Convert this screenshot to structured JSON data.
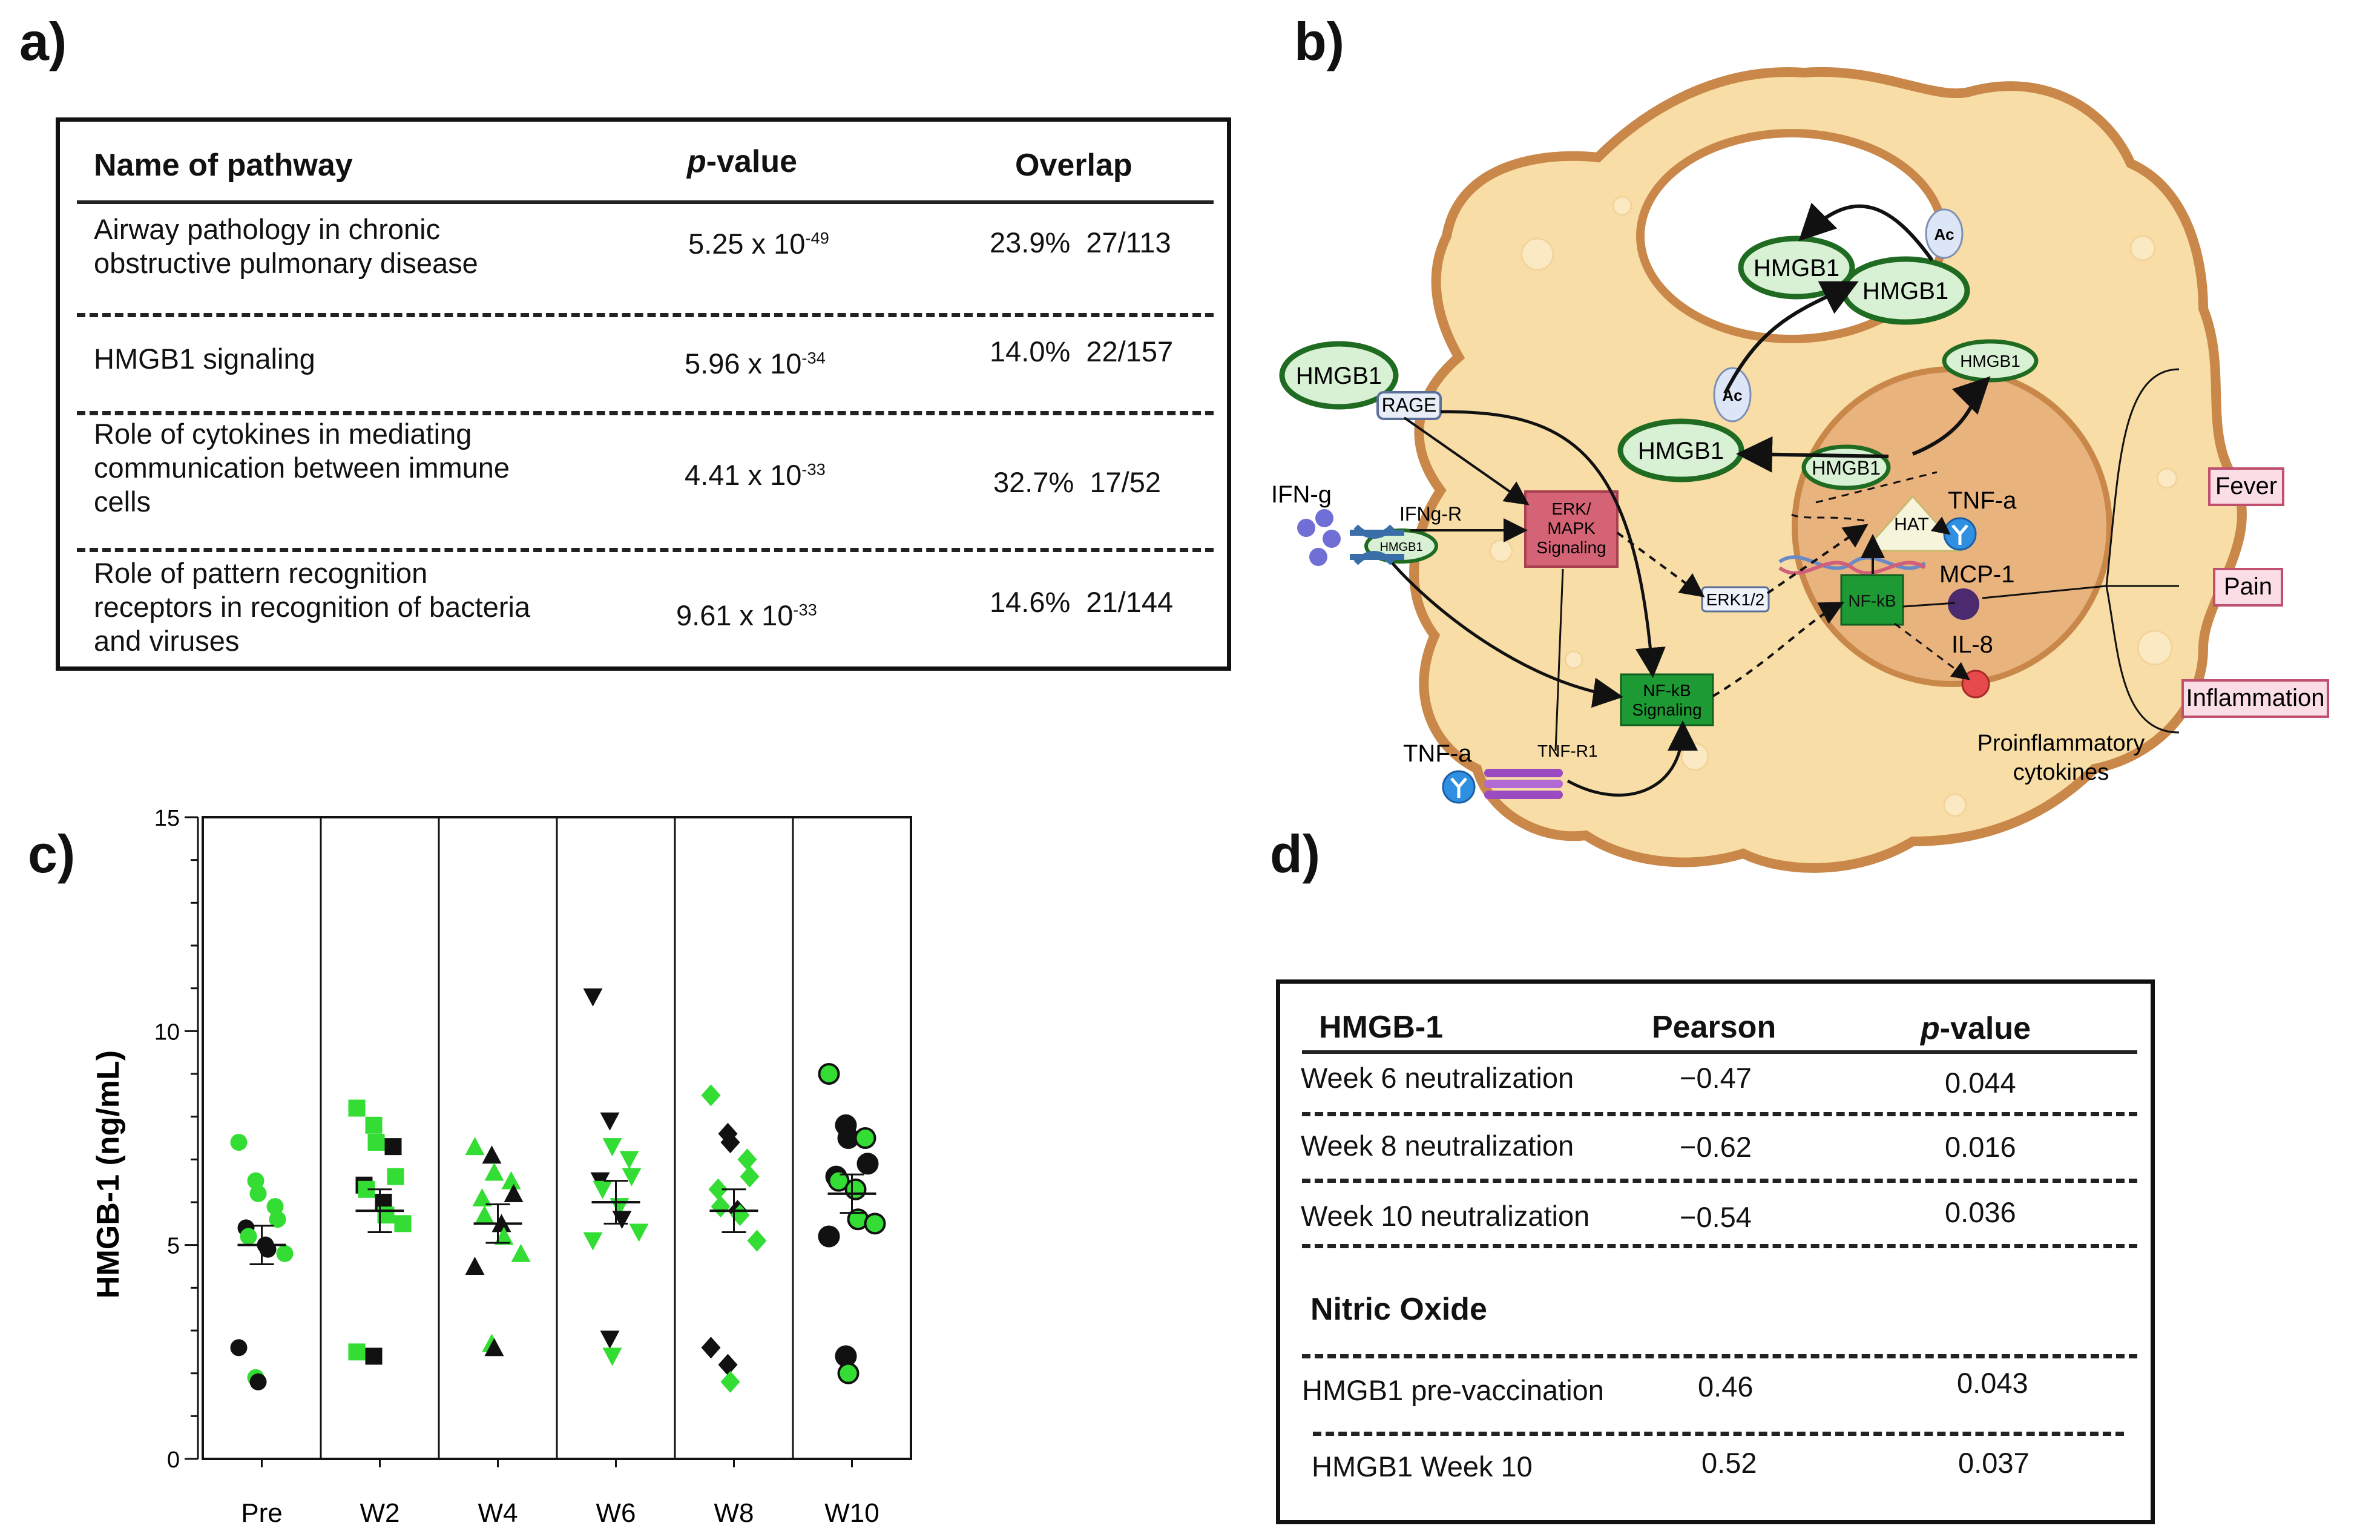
{
  "panels": {
    "a": "a)",
    "b": "b)",
    "c": "c)",
    "d": "d)"
  },
  "table_a": {
    "headers": {
      "name": "Name of pathway",
      "p_italic": "p",
      "p_rest": "-value",
      "overlap": "Overlap"
    },
    "rows": [
      {
        "name_lines": [
          "Airway pathology in chronic",
          "obstructive pulmonary disease"
        ],
        "p_base": "5.25 x 10",
        "p_exp": "-49",
        "pct": "23.9%",
        "ratio": "27/113"
      },
      {
        "name_lines": [
          "HMGB1 signaling"
        ],
        "p_base": "5.96 x 10",
        "p_exp": "-34",
        "pct": "14.0%",
        "ratio": "22/157"
      },
      {
        "name_lines": [
          "Role of cytokines in mediating",
          "communication between immune",
          "cells"
        ],
        "p_base": "4.41 x 10",
        "p_exp": "-33",
        "pct": "32.7%",
        "ratio": "17/52"
      },
      {
        "name_lines": [
          "Role of pattern recognition",
          "receptors in recognition of bacteria",
          "and viruses"
        ],
        "p_base": "9.61 x 10",
        "p_exp": "-33",
        "pct": "14.6%",
        "ratio": "21/144"
      }
    ]
  },
  "diagram": {
    "hmgb1": "HMGB1",
    "ac": "Ac",
    "rage": "RAGE",
    "ifng": "IFN-g",
    "ifngr": "IFNg-R",
    "erk_mapk": [
      "ERK/",
      "MAPK",
      "Signaling"
    ],
    "erk12": "ERK1/2",
    "hat": "HAT",
    "nfkb": "NF-kB",
    "nfkb_signaling": [
      "NF-kB",
      "Signaling"
    ],
    "tnfa": "TNF-a",
    "tnfr1": "TNF-R1",
    "mcp1": "MCP-1",
    "il8": "IL-8",
    "proinflammatory": [
      "Proinflammatory",
      "cytokines"
    ],
    "fever": "Fever",
    "pain": "Pain",
    "inflammation": "Inflammation",
    "colors": {
      "cell": "#f8dea6",
      "membrane": "#c9884a",
      "nucleus": "#e9b37e",
      "hmgb1_fill": "#d8f1d4",
      "hmgb1_stroke": "#1f6b21",
      "erk": "#d46475",
      "nfkb": "#1e9a35",
      "symptom_fill": "#fbdde6",
      "symptom_stroke": "#c0506e"
    }
  },
  "chart_data": {
    "type": "scatter",
    "ylabel": "HMGB-1 (ng/mL)",
    "ylim": [
      0,
      15
    ],
    "yticks": [
      0,
      5,
      10,
      15
    ],
    "categories": [
      "Pre",
      "W2",
      "W4",
      "W6",
      "W8",
      "W10"
    ],
    "markers": [
      "circle",
      "square",
      "triangle-up",
      "triangle-down",
      "diamond",
      "circle-outlined"
    ],
    "colors": {
      "green": "#33dd33",
      "black": "#111111"
    },
    "groups": [
      {
        "name": "Pre",
        "mean": 5.0,
        "sem": 0.45,
        "points": [
          [
            7.4,
            "g"
          ],
          [
            6.5,
            "g"
          ],
          [
            6.2,
            "g"
          ],
          [
            5.9,
            "g"
          ],
          [
            5.6,
            "g"
          ],
          [
            5.4,
            "k"
          ],
          [
            5.2,
            "g"
          ],
          [
            5.0,
            "k"
          ],
          [
            4.9,
            "k"
          ],
          [
            4.8,
            "g"
          ],
          [
            2.6,
            "k"
          ],
          [
            1.9,
            "g"
          ],
          [
            1.8,
            "k"
          ]
        ]
      },
      {
        "name": "W2",
        "mean": 5.8,
        "sem": 0.5,
        "points": [
          [
            8.2,
            "g"
          ],
          [
            7.8,
            "g"
          ],
          [
            7.4,
            "g"
          ],
          [
            7.3,
            "k"
          ],
          [
            6.6,
            "g"
          ],
          [
            6.4,
            "k"
          ],
          [
            6.3,
            "g"
          ],
          [
            6.0,
            "k"
          ],
          [
            5.7,
            "g"
          ],
          [
            5.5,
            "g"
          ],
          [
            2.5,
            "g"
          ],
          [
            2.4,
            "k"
          ]
        ]
      },
      {
        "name": "W4",
        "mean": 5.5,
        "sem": 0.45,
        "points": [
          [
            7.3,
            "g"
          ],
          [
            7.1,
            "k"
          ],
          [
            6.7,
            "g"
          ],
          [
            6.5,
            "g"
          ],
          [
            6.2,
            "k"
          ],
          [
            6.1,
            "g"
          ],
          [
            5.7,
            "g"
          ],
          [
            5.5,
            "k"
          ],
          [
            5.2,
            "g"
          ],
          [
            4.8,
            "g"
          ],
          [
            4.5,
            "k"
          ],
          [
            2.7,
            "g"
          ],
          [
            2.6,
            "k"
          ]
        ]
      },
      {
        "name": "W6",
        "mean": 6.0,
        "sem": 0.5,
        "points": [
          [
            10.8,
            "k"
          ],
          [
            7.9,
            "k"
          ],
          [
            7.3,
            "g"
          ],
          [
            7.0,
            "g"
          ],
          [
            6.6,
            "g"
          ],
          [
            6.5,
            "k"
          ],
          [
            6.3,
            "g"
          ],
          [
            5.9,
            "g"
          ],
          [
            5.6,
            "k"
          ],
          [
            5.3,
            "g"
          ],
          [
            5.1,
            "g"
          ],
          [
            2.8,
            "k"
          ],
          [
            2.4,
            "g"
          ]
        ]
      },
      {
        "name": "W8",
        "mean": 5.8,
        "sem": 0.5,
        "points": [
          [
            8.5,
            "g"
          ],
          [
            7.6,
            "k"
          ],
          [
            7.4,
            "k"
          ],
          [
            7.0,
            "g"
          ],
          [
            6.6,
            "g"
          ],
          [
            6.3,
            "g"
          ],
          [
            5.9,
            "g"
          ],
          [
            5.8,
            "k"
          ],
          [
            5.7,
            "g"
          ],
          [
            5.1,
            "g"
          ],
          [
            2.6,
            "k"
          ],
          [
            2.2,
            "k"
          ],
          [
            1.8,
            "g"
          ]
        ]
      },
      {
        "name": "W10",
        "mean": 6.2,
        "sem": 0.45,
        "points": [
          [
            9.0,
            "g"
          ],
          [
            7.8,
            "k"
          ],
          [
            7.5,
            "k"
          ],
          [
            7.5,
            "g"
          ],
          [
            6.9,
            "k"
          ],
          [
            6.6,
            "k"
          ],
          [
            6.5,
            "g"
          ],
          [
            6.3,
            "g"
          ],
          [
            5.6,
            "g"
          ],
          [
            5.5,
            "g"
          ],
          [
            5.2,
            "k"
          ],
          [
            2.4,
            "k"
          ],
          [
            2.0,
            "g"
          ]
        ]
      }
    ]
  },
  "table_d": {
    "headers": {
      "name": "HMGB-1",
      "pearson": "Pearson",
      "p_italic": "p",
      "p_rest": "-value"
    },
    "rows": [
      {
        "name": "Week 6 neutralization",
        "pearson": "−0.47",
        "p": "0.044"
      },
      {
        "name": "Week 8 neutralization",
        "pearson": "−0.62",
        "p": "0.016"
      },
      {
        "name": "Week 10 neutralization",
        "pearson": "−0.54",
        "p": "0.036"
      }
    ],
    "section2": "Nitric Oxide",
    "rows2": [
      {
        "name": "HMGB1 pre-vaccination",
        "pearson": "0.46",
        "p": "0.043"
      },
      {
        "name": "HMGB1 Week 10",
        "pearson": "0.52",
        "p": "0.037"
      }
    ]
  }
}
